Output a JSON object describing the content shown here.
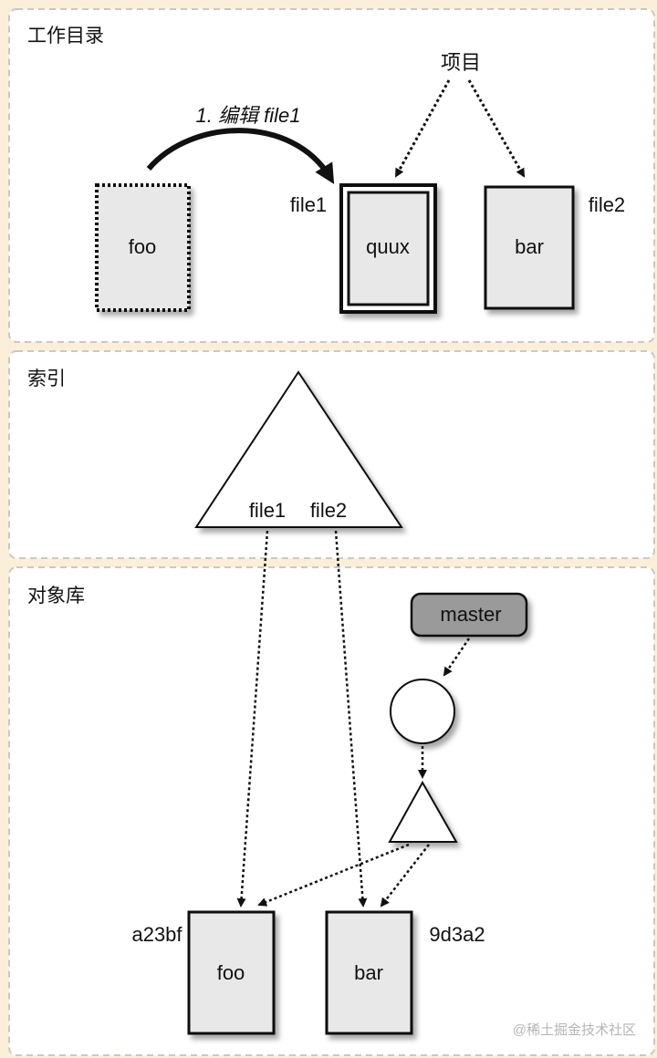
{
  "sections": {
    "working_dir": {
      "title": "工作目录",
      "items_label": "项目",
      "edit_step": "1. 编辑 file1",
      "old_file": "foo",
      "file1_label": "file1",
      "file1_content": "quux",
      "file2_label": "file2",
      "file2_content": "bar"
    },
    "index": {
      "title": "索引",
      "entry1": "file1",
      "entry2": "file2"
    },
    "object_store": {
      "title": "对象库",
      "branch": "master",
      "blob1_hash": "a23bf",
      "blob1_content": "foo",
      "blob2_hash": "9d3a2",
      "blob2_content": "bar"
    }
  },
  "watermark": "@稀土掘金技术社区",
  "colors": {
    "background": "#fcefd9",
    "panel": "#ffffff",
    "box_fill": "#e8e8e8",
    "branch_fill": "#9a9a9a"
  }
}
